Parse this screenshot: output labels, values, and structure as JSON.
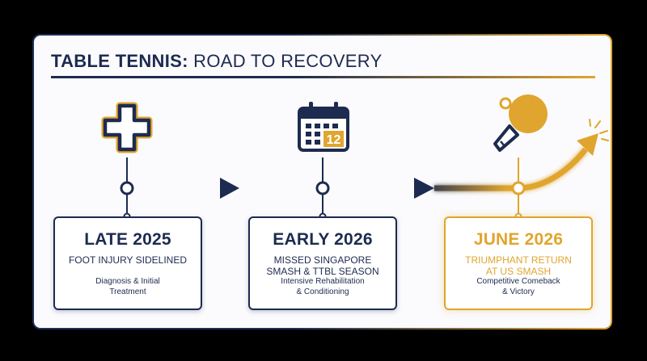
{
  "title": {
    "bold": "TABLE TENNIS:",
    "rest": " ROAD TO RECOVERY"
  },
  "milestones": [
    {
      "date": "LATE 2025",
      "headline": "FOOT INJURY SIDELINED",
      "detail_1": "Diagnosis & Initial",
      "detail_2": "Treatment",
      "icon": "medical-cross-icon"
    },
    {
      "date": "EARLY 2026",
      "headline_1": "MISSED SINGAPORE",
      "headline_2": "SMASH & TTBL SEASON",
      "detail_1": "Intensive Rehabilitation",
      "detail_2": "& Conditioning",
      "icon": "calendar-icon",
      "calendar_day": "12"
    },
    {
      "date": "JUNE 2026",
      "headline_1": "TRIUMPHANT RETURN",
      "headline_2": "AT US SMASH",
      "detail_1": "Competitive Comeback",
      "detail_2": "& Victory",
      "icon": "ping-pong-paddle-icon"
    }
  ],
  "colors": {
    "navy": "#1d2b50",
    "gold": "#e0a52f",
    "background": "#000000",
    "card": "#fbfbfd"
  }
}
